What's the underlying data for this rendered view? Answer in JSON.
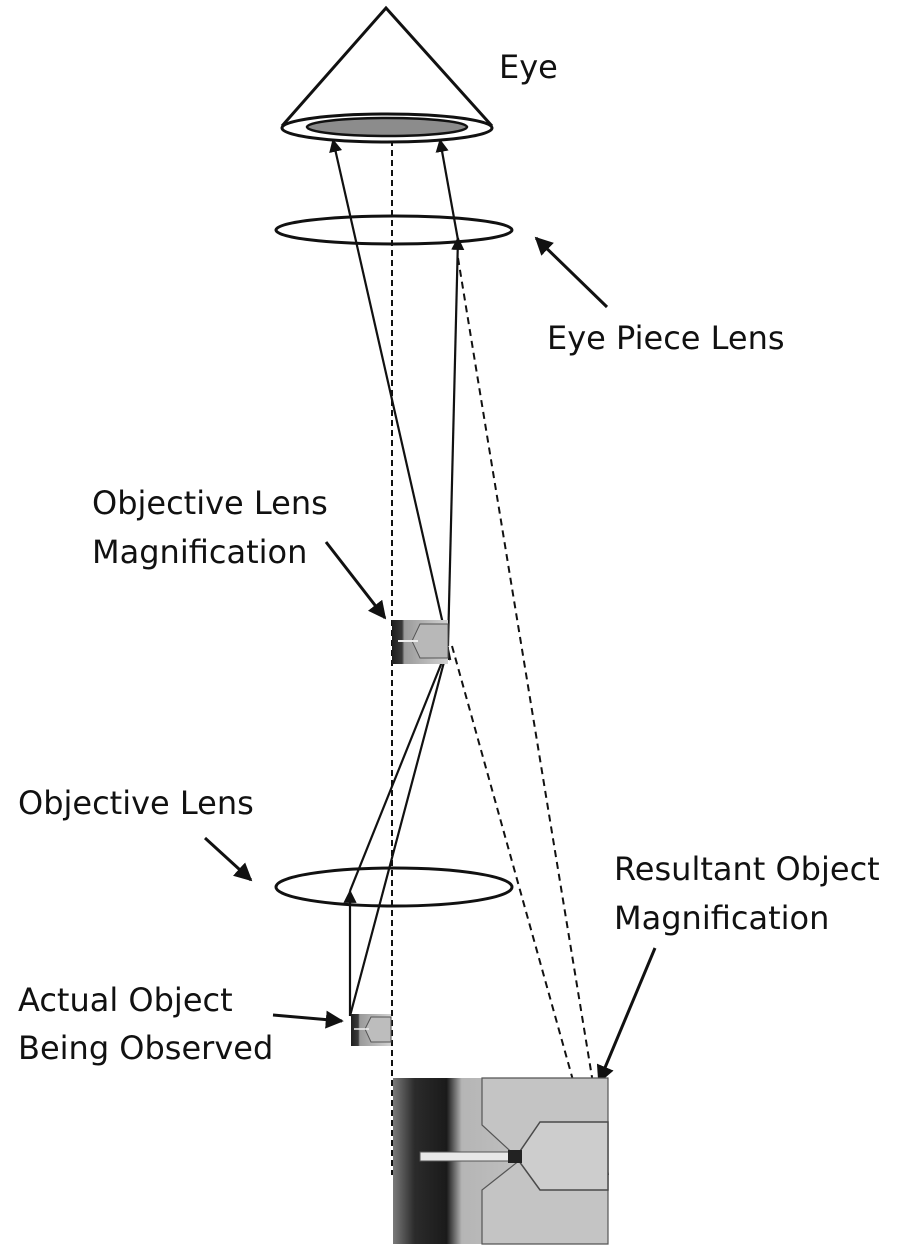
{
  "labels": {
    "eye": "Eye",
    "eyepiece": "Eye Piece Lens",
    "objective_mag_line1": "Objective Lens",
    "objective_mag_line2": "Magnification",
    "objective_lens": "Objective Lens",
    "resultant_line1": "Resultant Object",
    "resultant_line2": "Magnification",
    "actual_line1": "Actual Object",
    "actual_line2": "Being Observed"
  },
  "colors": {
    "line": "#111111",
    "pupil_fill": "#8c8c8c",
    "chip_dark": "#2a2a2a",
    "chip_light": "#c9c9c9"
  }
}
